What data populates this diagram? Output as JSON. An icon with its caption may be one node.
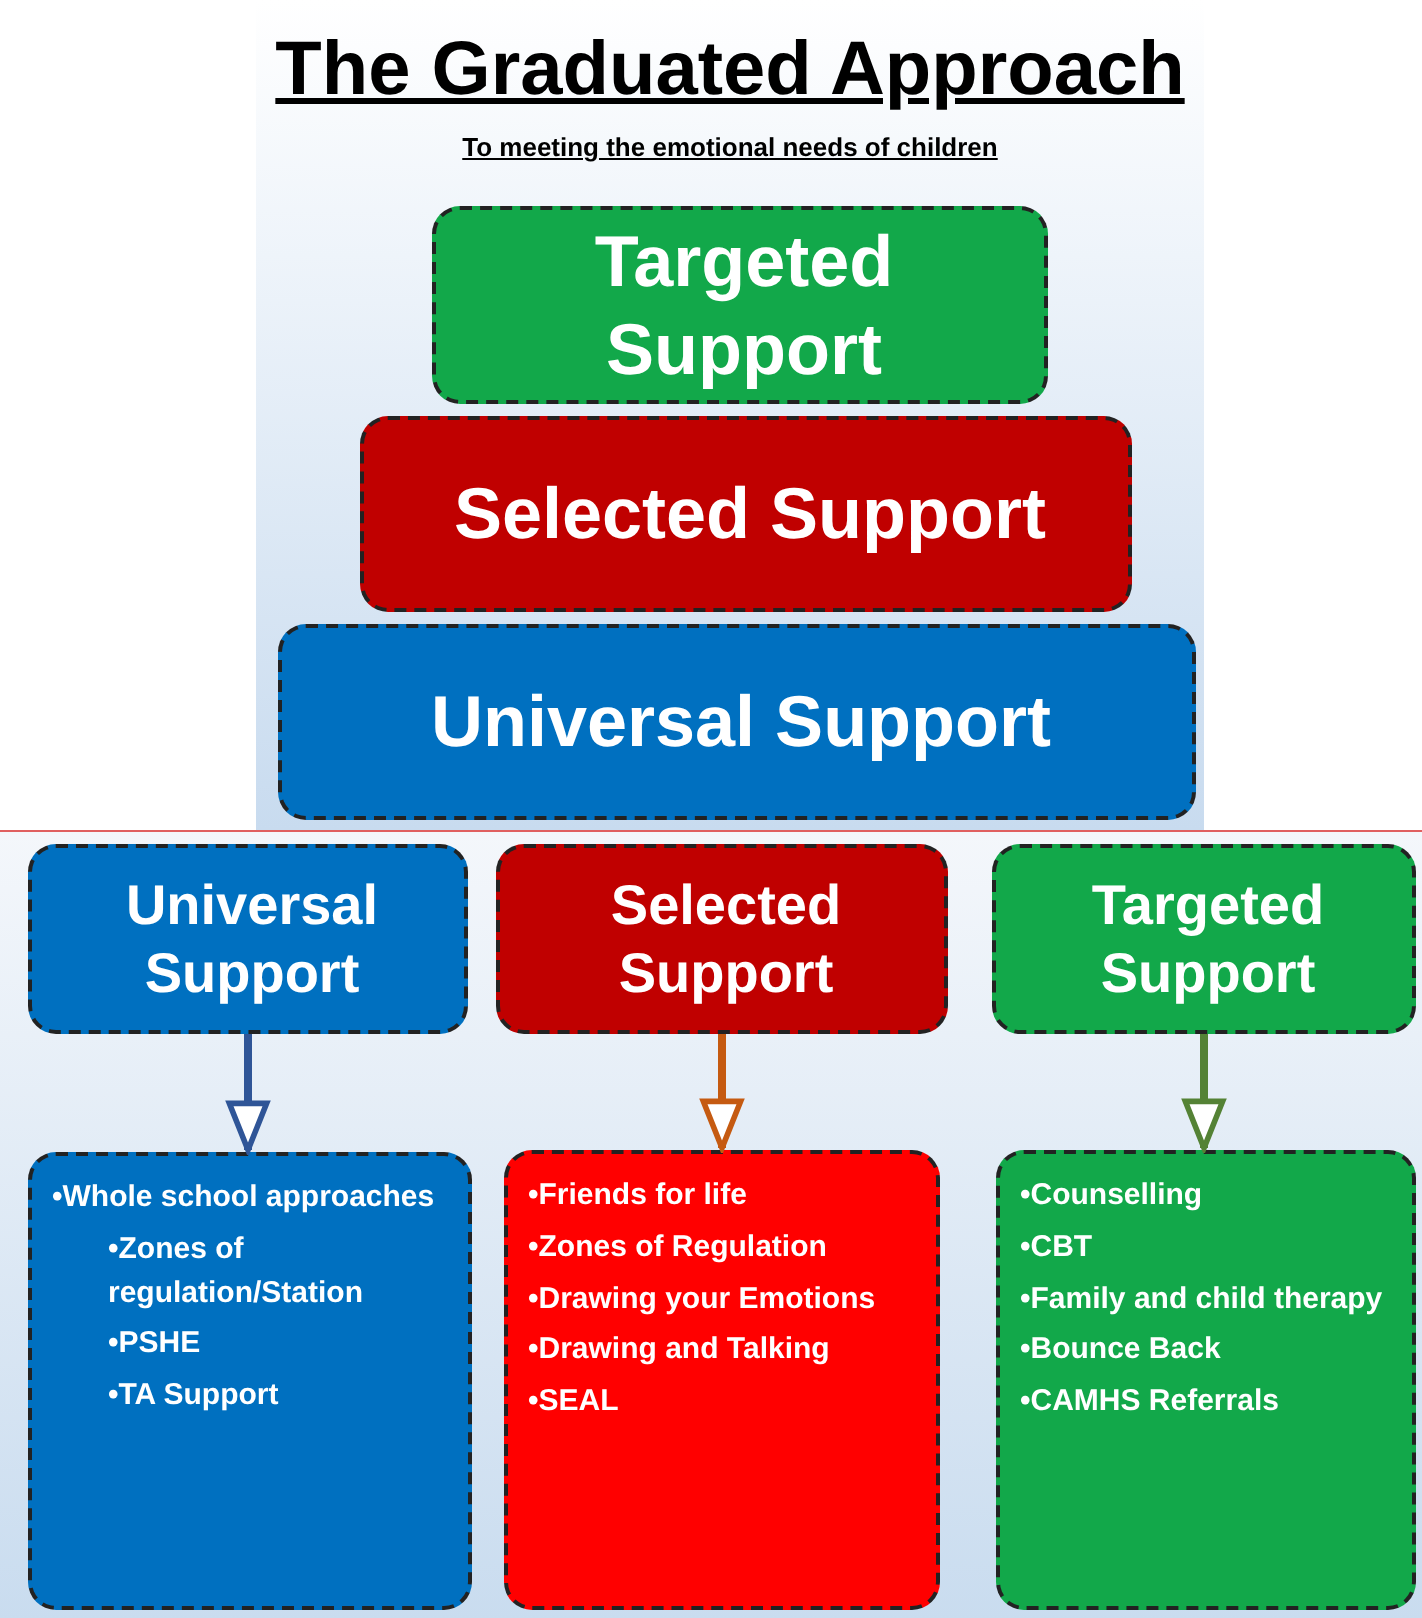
{
  "diagram": {
    "title": "The Graduated Approach",
    "caption": "To meeting the emotional needs of children",
    "nodes": [
      {
        "text": [
          "Targeted Support"
        ]
      },
      {
        "text": [
          "Selected Support"
        ]
      },
      {
        "text": [
          "Universal Support"
        ]
      },
      {
        "text": [
          "Universal Support"
        ]
      },
      {
        "text": [
          "Selected Support"
        ]
      },
      {
        "text": [
          "Targeted Support"
        ]
      },
      {
        "text": [
          "•Whole school approaches",
          "•Zones of regulation/Station",
          "•PSHE",
          "•TA Support"
        ]
      },
      {
        "text": [
          "•Friends for life",
          "•Zones of Regulation",
          "•Drawing your Emotions",
          "•Drawing and Talking",
          "•SEAL"
        ]
      },
      {
        "text": [
          "•Counselling",
          "•CBT",
          "•Family and child therapy",
          "•Bounce Back",
          "•CAMHS Referrals"
        ]
      }
    ],
    "edges": [
      {
        "from": 3,
        "to": 6,
        "arrow": "to",
        "color": "#2f5597"
      },
      {
        "from": 4,
        "to": 7,
        "arrow": "to",
        "color": "#c55a11"
      },
      {
        "from": 5,
        "to": 8,
        "arrow": "to",
        "color": "#548235"
      }
    ]
  }
}
